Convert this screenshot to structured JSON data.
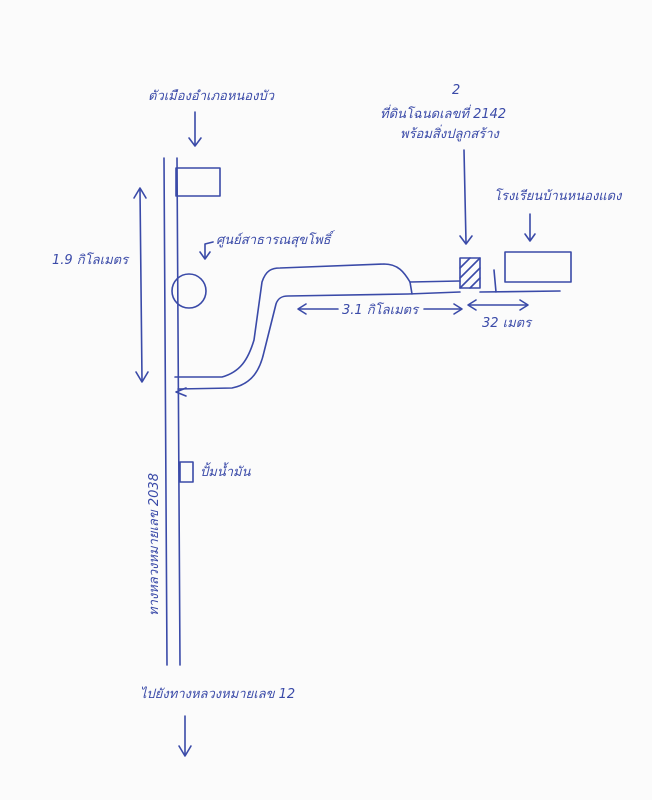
{
  "labels": {
    "town_market": "ตัวเมืองอำเภอหนองบัว",
    "health_center": "ศูนย์สาธารณสุขโพธิ์",
    "left_distance": "1.9 กิโลเมตร",
    "plot_number": "2",
    "destination_line1": "ที่ดินโฉนดเลขที่ 2142",
    "destination_line2": "พร้อมสิ่งปลูกสร้าง",
    "school": "โรงเรียนบ้านหนองแดง",
    "mid_distance": "3.1 กิโลเมตร",
    "short_distance": "32 เมตร",
    "gas_station": "ปั้มน้ำมัน",
    "highway": "ทางหลวงหมายเลข 2038",
    "bottom_destination": "ไปยังทางหลวงหมายเลข 12"
  },
  "colors": {
    "ink": "#3a4aa8",
    "paper": "#fbfbfb"
  }
}
